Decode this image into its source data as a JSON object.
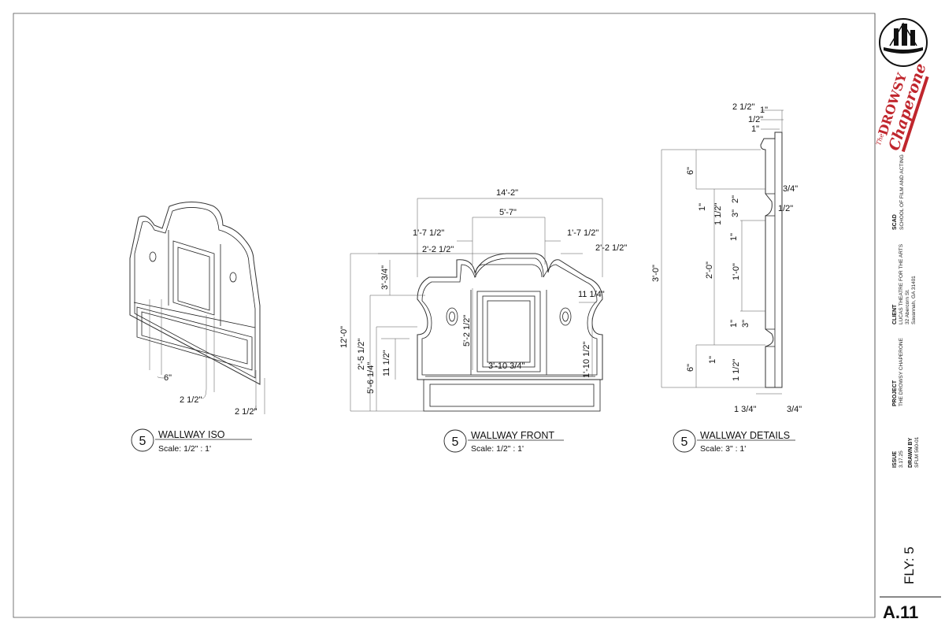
{
  "views": [
    {
      "number": "5",
      "title": "WALLWAY ISO",
      "scale": "Scale:  1/2\" : 1'"
    },
    {
      "number": "5",
      "title": "WALLWAY FRONT",
      "scale": "Scale: 1/2\" : 1'"
    },
    {
      "number": "5",
      "title": "WALLWAY DETAILS",
      "scale": "Scale:  3\" : 1'"
    }
  ],
  "iso_dims": [
    "6\"",
    "2 1/2\"",
    "2 1/2\""
  ],
  "front_dims": {
    "overall_width": "14'-2\"",
    "center_width": "5'-7\"",
    "left_offset": "1'-7 1/2\"",
    "right_offset": "1'-7 1/2\"",
    "left_inner": "2'-2 1/2\"",
    "right_inner": "2'-2 1/2\"",
    "left_height": "3'-3/4\"",
    "right_small": "11 1/4\"",
    "overall_height": "12'-0\"",
    "left_a": "2'-5 1/2\"",
    "left_b": "5'-6 1/4\"",
    "left_c": "11 1/2\"",
    "center_height": "5'-2 1/2\"",
    "right_c": "1'-10 1/2\"",
    "panel_width": "3'-10 3/4\""
  },
  "detail_dims": {
    "top_a": "2 1/2\"",
    "top_b": "1\"",
    "top_c": "1/2\"",
    "top_d": "1\"",
    "overall": "3'-0\"",
    "upper": "6\"",
    "middle": "2'-0\"",
    "lower": "6\"",
    "r_34": "3/4\"",
    "r_12": "1/2\"",
    "a_1": "1\"",
    "a_112": "1 1/2\"",
    "a_2": "2\"",
    "a_3": "3\"",
    "a_1b": "1\"",
    "a_10": "1'-0\"",
    "a_1c": "1\"",
    "a_3b": "3\"",
    "a_1d": "1\"",
    "a_112b": "1 1/2\"",
    "bottom_l": "1 3/4\"",
    "bottom_r": "3/4\""
  },
  "titleblock": {
    "logo_line1": "The",
    "logo_line2": "DROWSY",
    "logo_line3": "Chaperone",
    "school_head": "SCAD",
    "school": "SCHOOL OF FILM AND ACTING",
    "client_head": "CLIENT",
    "client_1": "LUCAS THEATRE FOR THE ARTS",
    "client_2": "32 Abercorn St.",
    "client_3": "Savannah, GA 31401",
    "project_head": "PROJECT",
    "project": "THE DROWSY CHAPERONE",
    "issue_head": "ISSUE",
    "issue": "3.17.25",
    "drawn_head": "DRAWN BY",
    "drawn": "SFLM 560-01",
    "fly": "FLY: 5",
    "sheet": "A.11"
  }
}
